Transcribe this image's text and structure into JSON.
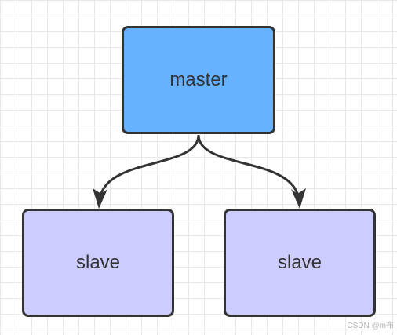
{
  "diagram": {
    "nodes": {
      "master": "master",
      "slave_left": "slave",
      "slave_right": "slave"
    },
    "colors": {
      "master_fill": "#66b2ff",
      "slave_fill": "#ccccff",
      "stroke": "#333333"
    }
  },
  "watermark": "CSDN @m布"
}
